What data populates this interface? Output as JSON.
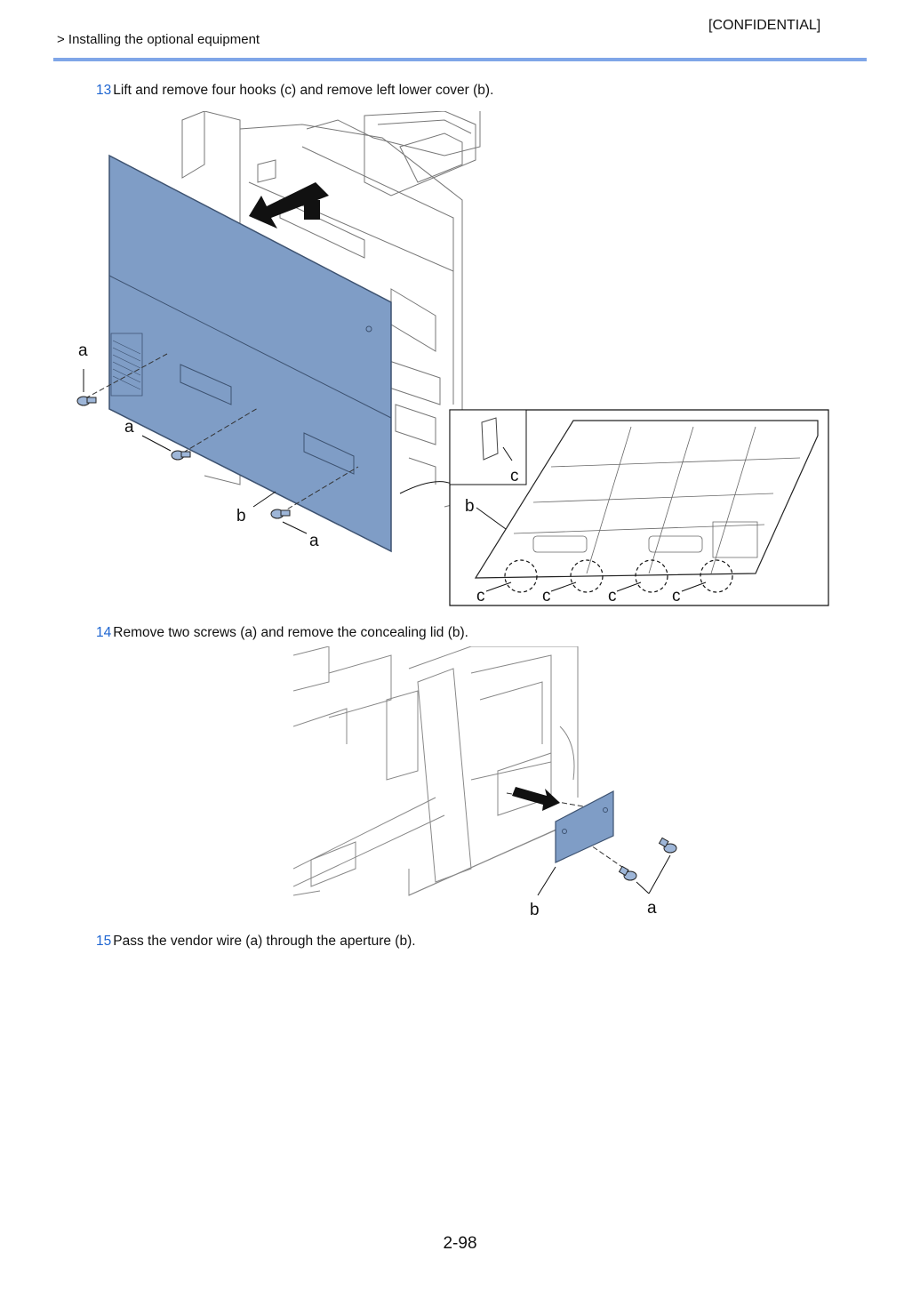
{
  "header": {
    "confidential": "[CONFIDENTIAL]",
    "breadcrumb": "> Installing the optional equipment"
  },
  "steps": [
    {
      "number": "13",
      "text": "Lift and remove four hooks (c) and remove left lower cover (b)."
    },
    {
      "number": "14",
      "text": "Remove two screws (a) and remove the concealing lid (b)."
    },
    {
      "number": "15",
      "text": "Pass the vendor wire (a) through the aperture (b)."
    }
  ],
  "figure1": {
    "callouts": {
      "a": "a",
      "b": "b",
      "c": "c"
    },
    "accent_color": "#7f9dc6"
  },
  "figure2": {
    "callouts": {
      "a": "a",
      "b": "b"
    },
    "accent_color": "#7f9dc6"
  },
  "footer": {
    "page_number": "2-98"
  }
}
